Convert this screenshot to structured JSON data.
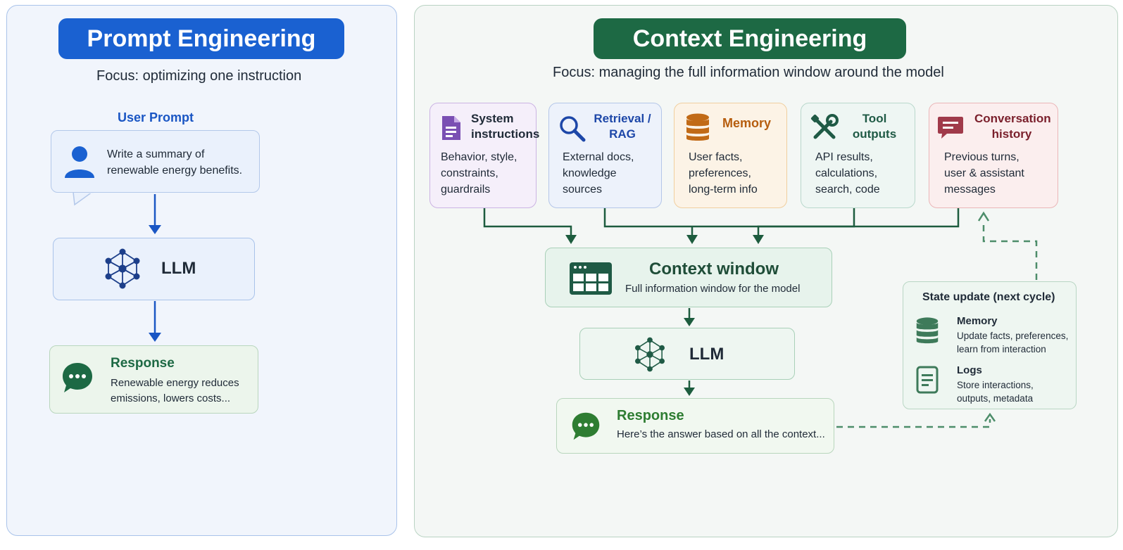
{
  "left": {
    "title": "Prompt Engineering",
    "focus": "Focus: optimizing one instruction",
    "user_prompt_label": "User Prompt",
    "prompt_text": "Write a summary of renewable energy benefits.",
    "llm_label": "LLM",
    "response_title": "Response",
    "response_text": "Renewable energy reduces emissions, lowers costs..."
  },
  "right": {
    "title": "Context Engineering",
    "focus": "Focus: managing the full information window around the model",
    "cards": [
      {
        "title_line1": "System",
        "title_line2": "instructions",
        "text": [
          "Behavior, style,",
          "constraints,",
          "guardrails"
        ],
        "icon": "document-icon",
        "color": "#6b3fa0"
      },
      {
        "title_line1": "Retrieval /",
        "title_line2": "RAG",
        "text": [
          "External docs,",
          "knowledge",
          "sources"
        ],
        "icon": "search-icon",
        "color": "#1d47a8"
      },
      {
        "title_line1": "Memory",
        "title_line2": "",
        "text": [
          "User facts,",
          "preferences,",
          "long-term info"
        ],
        "icon": "database-icon",
        "color": "#b65d0e"
      },
      {
        "title_line1": "Tool",
        "title_line2": "outputs",
        "text": [
          "API results,",
          "calculations,",
          "search, code"
        ],
        "icon": "tools-icon",
        "color": "#1f5a45"
      },
      {
        "title_line1": "Conversation",
        "title_line2": "history",
        "text": [
          "Previous turns,",
          "user & assistant",
          "messages"
        ],
        "icon": "chat-icon",
        "color": "#7a1f2b"
      }
    ],
    "context_window_title": "Context window",
    "context_window_sub": "Full information window for the model",
    "llm_label": "LLM",
    "response_title": "Response",
    "response_text": "Here’s the answer based on all the context...",
    "state_update": {
      "title": "State update (next cycle)",
      "items": [
        {
          "title": "Memory",
          "text": [
            "Update facts, preferences,",
            "learn from interaction"
          ],
          "icon": "database-icon"
        },
        {
          "title": "Logs",
          "text": [
            "Store interactions,",
            "outputs, metadata"
          ],
          "icon": "log-document-icon"
        }
      ]
    }
  },
  "colors": {
    "blue_accent": "#1a61d1",
    "green_accent": "#1d6944",
    "arrow_green": "#1d5c3e",
    "dashed_green": "#4d8d6a"
  }
}
